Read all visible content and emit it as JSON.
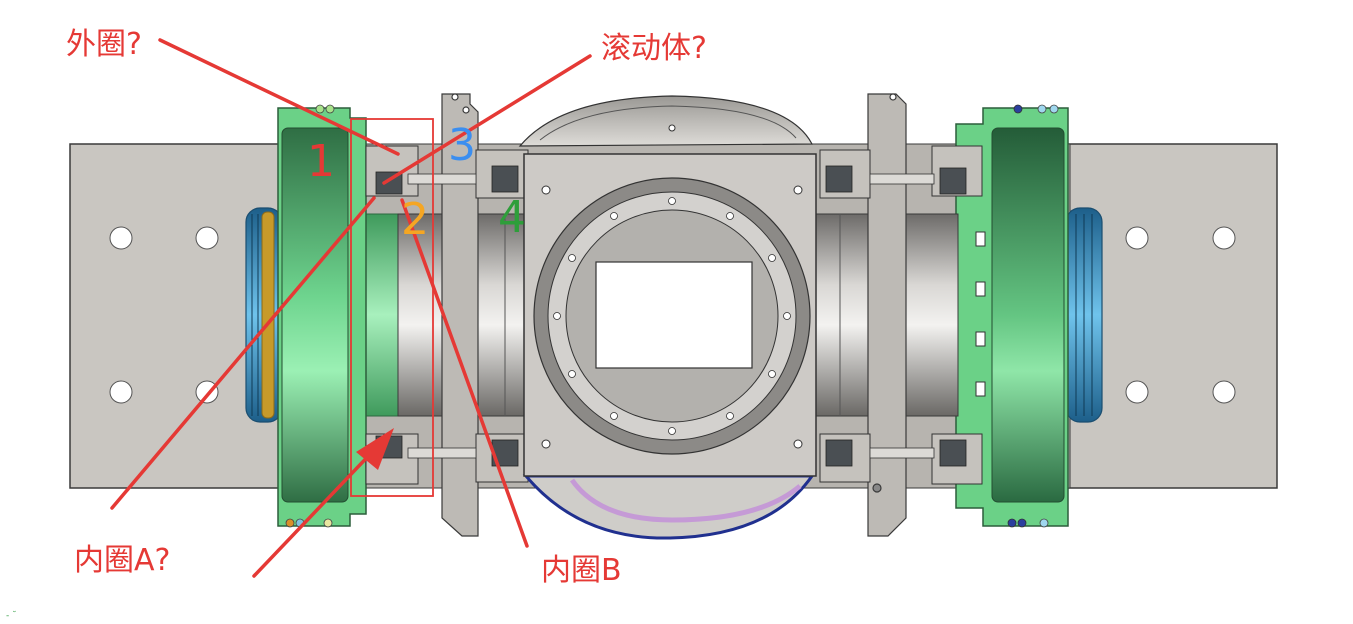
{
  "callouts": {
    "outer_ring": "外圈?",
    "rolling_body": "滚动体?",
    "inner_ring_a": "内圈A?",
    "inner_ring_b": "内圈B"
  },
  "part_numbers": {
    "n1": "1",
    "n2": "2",
    "n3": "3",
    "n4": "4"
  },
  "colors": {
    "annotation": "#e53935",
    "n1": "#e53935",
    "n2": "#f5a623",
    "n3": "#3b8ef0",
    "n4": "#2e9e3a",
    "flange_green": "#49b46c",
    "plate_gray": "#c9c6c1",
    "seal_blue": "#2f7fb5",
    "seal_gold": "#c79a2a"
  }
}
